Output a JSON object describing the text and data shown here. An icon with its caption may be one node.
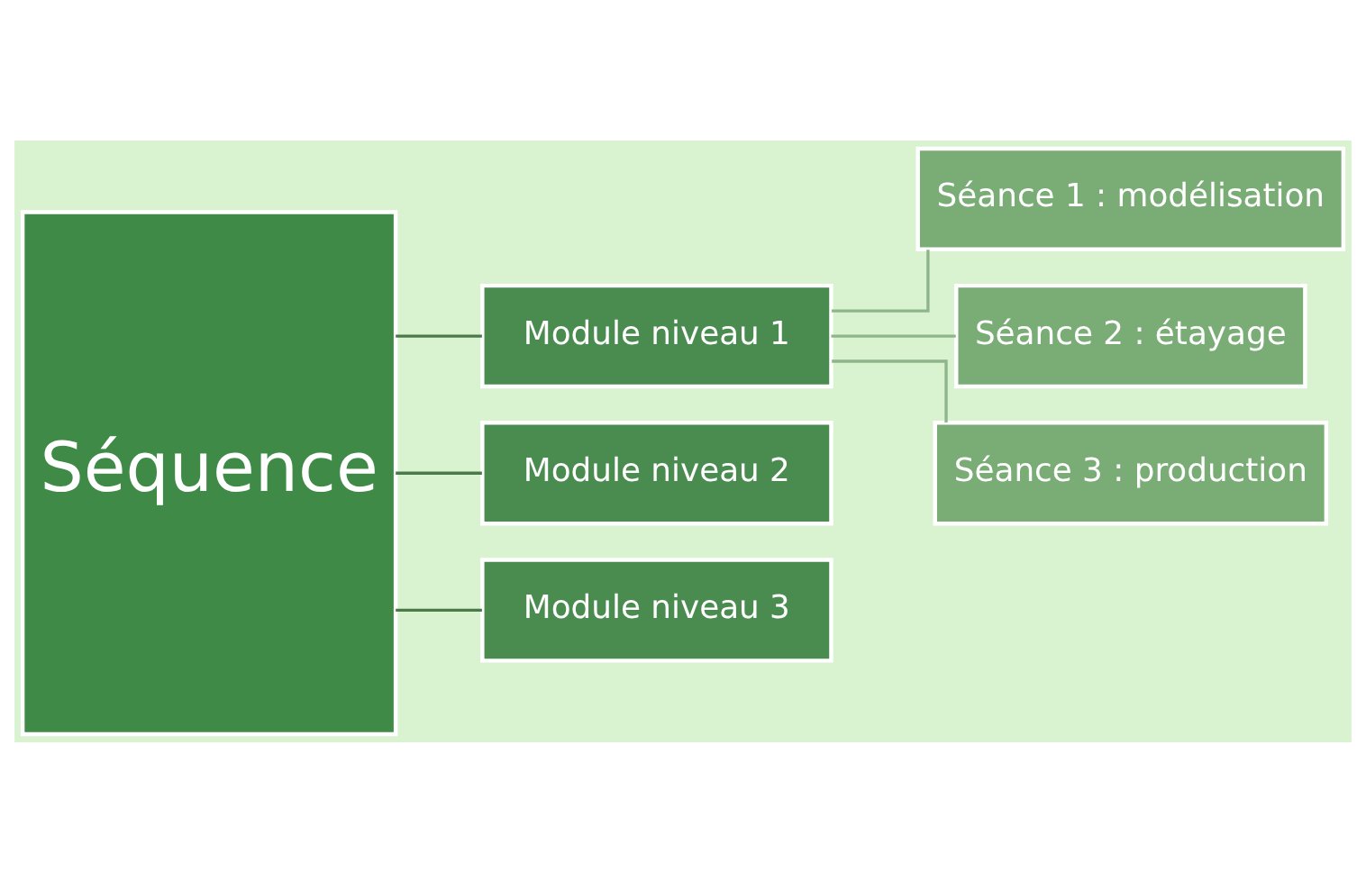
{
  "diagram": {
    "nodes": [
      {
        "text": [
          "Séquence"
        ]
      },
      {
        "text": [
          "Module niveau 1"
        ]
      },
      {
        "text": [
          "Module niveau 2"
        ]
      },
      {
        "text": [
          "Module niveau 3"
        ]
      },
      {
        "text": [
          "Séance 1 : modélisation"
        ]
      },
      {
        "text": [
          "Séance 2 : étayage"
        ]
      },
      {
        "text": [
          "Séance 3 : production"
        ]
      }
    ],
    "edges": [
      {
        "from": 0,
        "to": 1,
        "arrow": "none"
      },
      {
        "from": 0,
        "to": 2,
        "arrow": "none"
      },
      {
        "from": 0,
        "to": 3,
        "arrow": "none"
      },
      {
        "from": 1,
        "to": 4,
        "arrow": "none",
        "color": "#8fb58a"
      },
      {
        "from": 1,
        "to": 5,
        "arrow": "none",
        "color": "#8fb58a"
      },
      {
        "from": 1,
        "to": 6,
        "arrow": "none",
        "color": "#8fb58a"
      }
    ]
  }
}
